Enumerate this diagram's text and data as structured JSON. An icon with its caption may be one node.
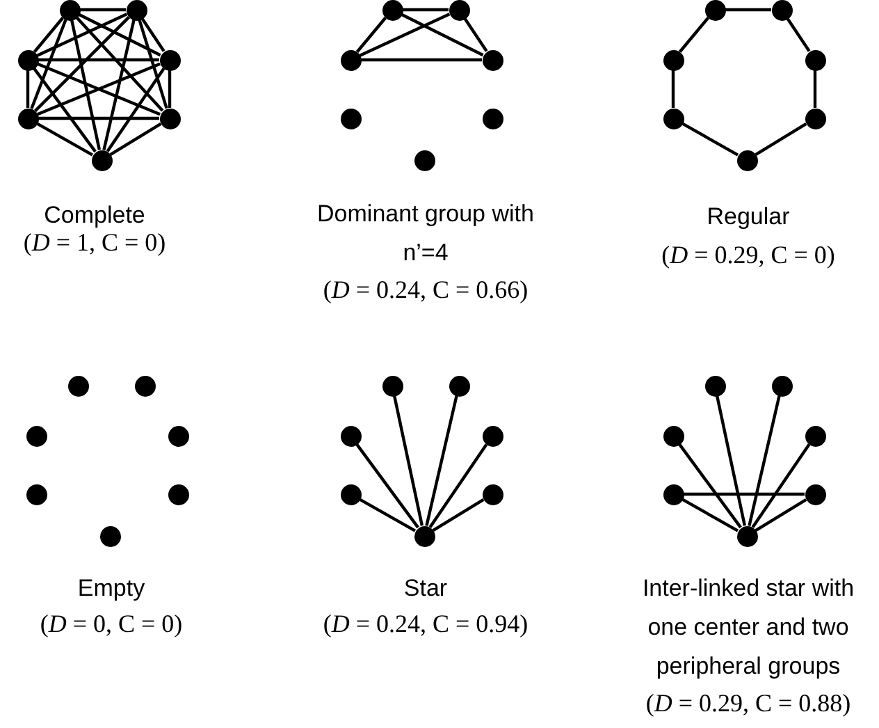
{
  "diagram": {
    "nodes": [
      {
        "text": [],
        "shape": "circle"
      },
      {
        "text": [],
        "shape": "circle"
      },
      {
        "text": [],
        "shape": "circle"
      },
      {
        "text": [],
        "shape": "circle"
      },
      {
        "text": [],
        "shape": "circle"
      },
      {
        "text": [],
        "shape": "circle"
      },
      {
        "text": [],
        "shape": "circle"
      },
      {
        "text": [],
        "shape": "circle"
      },
      {
        "text": [],
        "shape": "circle"
      },
      {
        "text": [],
        "shape": "circle"
      },
      {
        "text": [],
        "shape": "circle"
      },
      {
        "text": [],
        "shape": "circle"
      },
      {
        "text": [],
        "shape": "circle"
      },
      {
        "text": [],
        "shape": "circle"
      },
      {
        "text": [],
        "shape": "circle"
      },
      {
        "text": [],
        "shape": "circle"
      },
      {
        "text": [],
        "shape": "circle"
      },
      {
        "text": [],
        "shape": "circle"
      },
      {
        "text": [],
        "shape": "circle"
      },
      {
        "text": [],
        "shape": "circle"
      },
      {
        "text": [],
        "shape": "circle"
      },
      {
        "text": [],
        "shape": "circle"
      },
      {
        "text": [],
        "shape": "circle"
      },
      {
        "text": [],
        "shape": "circle"
      },
      {
        "text": [],
        "shape": "circle"
      },
      {
        "text": [],
        "shape": "circle"
      },
      {
        "text": [],
        "shape": "circle"
      },
      {
        "text": [],
        "shape": "circle"
      },
      {
        "text": [],
        "shape": "circle"
      },
      {
        "text": [],
        "shape": "circle"
      },
      {
        "text": [],
        "shape": "circle"
      },
      {
        "text": [],
        "shape": "circle"
      },
      {
        "text": [],
        "shape": "circle"
      },
      {
        "text": [],
        "shape": "circle"
      },
      {
        "text": [],
        "shape": "circle"
      },
      {
        "text": [],
        "shape": "circle"
      },
      {
        "text": [],
        "shape": "circle"
      },
      {
        "text": [],
        "shape": "circle"
      },
      {
        "text": [],
        "shape": "circle"
      },
      {
        "text": [],
        "shape": "circle"
      },
      {
        "text": [],
        "shape": "circle"
      },
      {
        "text": [],
        "shape": "circle"
      }
    ],
    "edges": [
      {
        "from": 0,
        "to": 1,
        "arrow": "none"
      },
      {
        "from": 0,
        "to": 2,
        "arrow": "none"
      },
      {
        "from": 0,
        "to": 3,
        "arrow": "none"
      },
      {
        "from": 0,
        "to": 4,
        "arrow": "none"
      },
      {
        "from": 0,
        "to": 5,
        "arrow": "none"
      },
      {
        "from": 0,
        "to": 6,
        "arrow": "none"
      },
      {
        "from": 1,
        "to": 2,
        "arrow": "none"
      },
      {
        "from": 1,
        "to": 3,
        "arrow": "none"
      },
      {
        "from": 1,
        "to": 4,
        "arrow": "none"
      },
      {
        "from": 1,
        "to": 5,
        "arrow": "none"
      },
      {
        "from": 1,
        "to": 6,
        "arrow": "none"
      },
      {
        "from": 2,
        "to": 3,
        "arrow": "none"
      },
      {
        "from": 2,
        "to": 4,
        "arrow": "none"
      },
      {
        "from": 2,
        "to": 5,
        "arrow": "none"
      },
      {
        "from": 2,
        "to": 6,
        "arrow": "none"
      },
      {
        "from": 3,
        "to": 4,
        "arrow": "none"
      },
      {
        "from": 3,
        "to": 5,
        "arrow": "none"
      },
      {
        "from": 3,
        "to": 6,
        "arrow": "none"
      },
      {
        "from": 4,
        "to": 5,
        "arrow": "none"
      },
      {
        "from": 4,
        "to": 6,
        "arrow": "none"
      },
      {
        "from": 5,
        "to": 6,
        "arrow": "none"
      },
      {
        "from": 7,
        "to": 8,
        "arrow": "none"
      },
      {
        "from": 7,
        "to": 9,
        "arrow": "none"
      },
      {
        "from": 7,
        "to": 10,
        "arrow": "none"
      },
      {
        "from": 8,
        "to": 9,
        "arrow": "none"
      },
      {
        "from": 8,
        "to": 10,
        "arrow": "none"
      },
      {
        "from": 9,
        "to": 10,
        "arrow": "none"
      },
      {
        "from": 14,
        "to": 15,
        "arrow": "none"
      },
      {
        "from": 15,
        "to": 17,
        "arrow": "none"
      },
      {
        "from": 17,
        "to": 19,
        "arrow": "none"
      },
      {
        "from": 19,
        "to": 20,
        "arrow": "none"
      },
      {
        "from": 20,
        "to": 18,
        "arrow": "none"
      },
      {
        "from": 18,
        "to": 16,
        "arrow": "none"
      },
      {
        "from": 16,
        "to": 14,
        "arrow": "none"
      },
      {
        "from": 34,
        "to": 28,
        "arrow": "none"
      },
      {
        "from": 34,
        "to": 29,
        "arrow": "none"
      },
      {
        "from": 34,
        "to": 30,
        "arrow": "none"
      },
      {
        "from": 34,
        "to": 31,
        "arrow": "none"
      },
      {
        "from": 34,
        "to": 32,
        "arrow": "none"
      },
      {
        "from": 34,
        "to": 33,
        "arrow": "none"
      },
      {
        "from": 41,
        "to": 35,
        "arrow": "none"
      },
      {
        "from": 41,
        "to": 36,
        "arrow": "none"
      },
      {
        "from": 41,
        "to": 37,
        "arrow": "none"
      },
      {
        "from": 41,
        "to": 38,
        "arrow": "none"
      },
      {
        "from": 41,
        "to": 39,
        "arrow": "none"
      },
      {
        "from": 41,
        "to": 40,
        "arrow": "none"
      },
      {
        "from": 39,
        "to": 40,
        "arrow": "none"
      }
    ],
    "labels": [
      "Complete",
      "(*D* = 1, C = 0)",
      "Dominant group with n’=4",
      "(*D* = 0.24, C = 0.66)",
      "Regular",
      "(*D* = 0.29, C = 0)",
      "Empty",
      "(*D* = 0, C = 0)",
      "Star",
      "(*D* = 0.24, C = 0.94)",
      "Inter-linked star with one center and two peripheral groups",
      "(*D* = 0.29, C = 0.88)"
    ]
  }
}
